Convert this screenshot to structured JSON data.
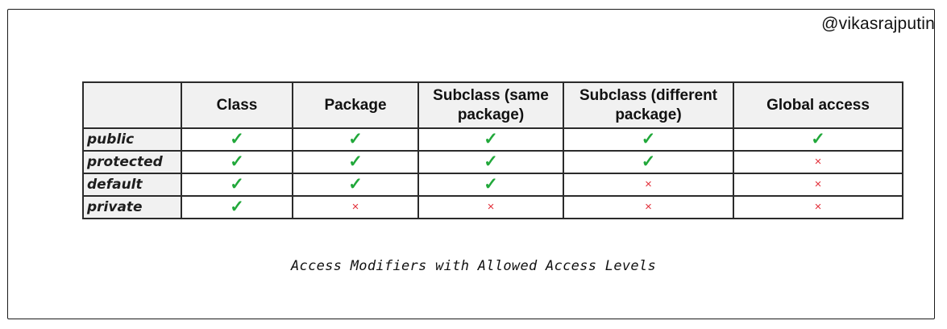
{
  "handle": "@vikasrajputin",
  "table": {
    "corner": "",
    "columns": [
      "Class",
      "Package",
      "Subclass (same package)",
      "Subclass (different package)",
      "Global access"
    ],
    "rows": [
      {
        "modifier": "public",
        "cells": [
          "✓",
          "✓",
          "✓",
          "✓",
          "✓"
        ]
      },
      {
        "modifier": "protected",
        "cells": [
          "✓",
          "✓",
          "✓",
          "✓",
          "×"
        ]
      },
      {
        "modifier": "default",
        "cells": [
          "✓",
          "✓",
          "✓",
          "×",
          "×"
        ]
      },
      {
        "modifier": "private",
        "cells": [
          "✓",
          "×",
          "×",
          "×",
          "×"
        ]
      }
    ]
  },
  "caption": "Access Modifiers with Allowed Access Levels",
  "colors": {
    "allowed": "#21a83a",
    "denied": "#e2303a",
    "header_bg": "#f1f1f1",
    "border": "#2b2b2b"
  },
  "icons": {
    "allowed": "check-mark-icon",
    "denied": "cross-mark-icon"
  }
}
